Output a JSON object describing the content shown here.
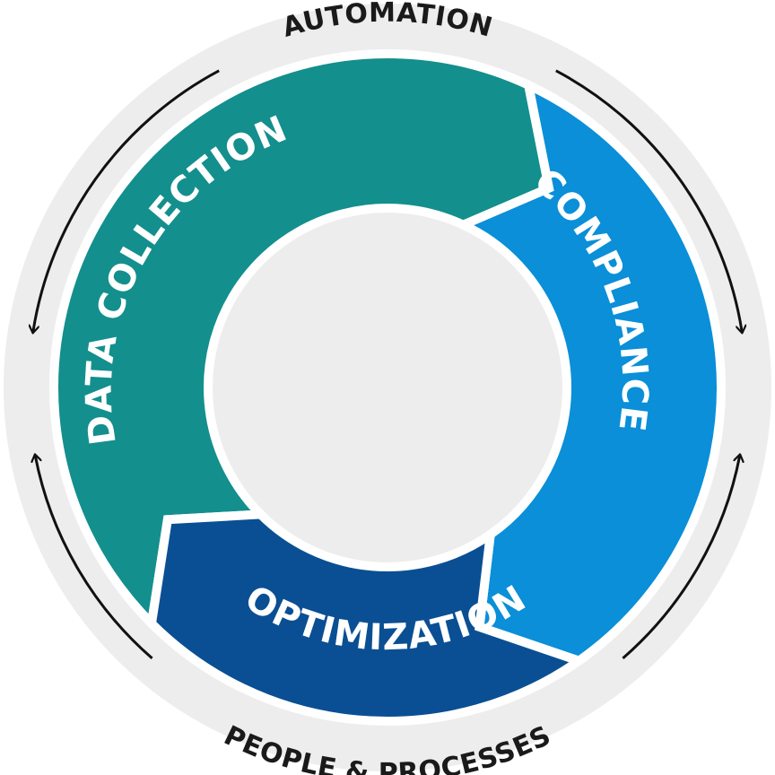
{
  "diagram": {
    "outer_top_label": "AUTOMATION",
    "outer_bottom_label": "PEOPLE & PROCESSES",
    "segments": [
      {
        "label": "DATA COLLECTION",
        "color": "#138F8D"
      },
      {
        "label": "COMPLIANCE",
        "color": "#0A8FD8"
      },
      {
        "label": "OPTIMIZATION",
        "color": "#0A4F93"
      }
    ],
    "colors": {
      "outer_ring": "#EDEDED",
      "center": "#EDEDED",
      "arrow": "#111111",
      "separator": "#FFFFFF"
    }
  }
}
